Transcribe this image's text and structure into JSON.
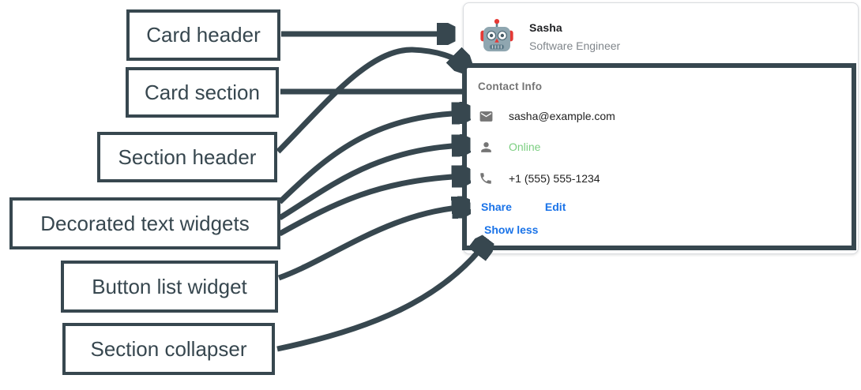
{
  "annotations": {
    "annotation_color": "#37474f",
    "labels": [
      {
        "text": "Card header"
      },
      {
        "text": "Card section"
      },
      {
        "text": "Section header"
      },
      {
        "text": "Decorated text widgets"
      },
      {
        "text": "Button list widget"
      },
      {
        "text": "Section collapser"
      }
    ]
  },
  "card": {
    "header": {
      "avatar": "robot-avatar",
      "name": "Sasha",
      "subtitle": "Software Engineer"
    },
    "section": {
      "title": "Contact Info",
      "widgets": [
        {
          "icon": "email-icon",
          "text": "sasha@example.com",
          "color": "#212121"
        },
        {
          "icon": "person-icon",
          "text": "Online",
          "color": "#7bce80"
        },
        {
          "icon": "phone-icon",
          "text": "+1 (555) 555-1234",
          "color": "#212121"
        }
      ],
      "buttons": [
        {
          "label": "Share"
        },
        {
          "label": "Edit"
        }
      ],
      "collapser_label": "Show less",
      "link_color": "#1a73e8"
    }
  },
  "colors": {
    "card_border": "#dadce0",
    "muted_text": "#80868b",
    "icon_gray": "#757575"
  }
}
